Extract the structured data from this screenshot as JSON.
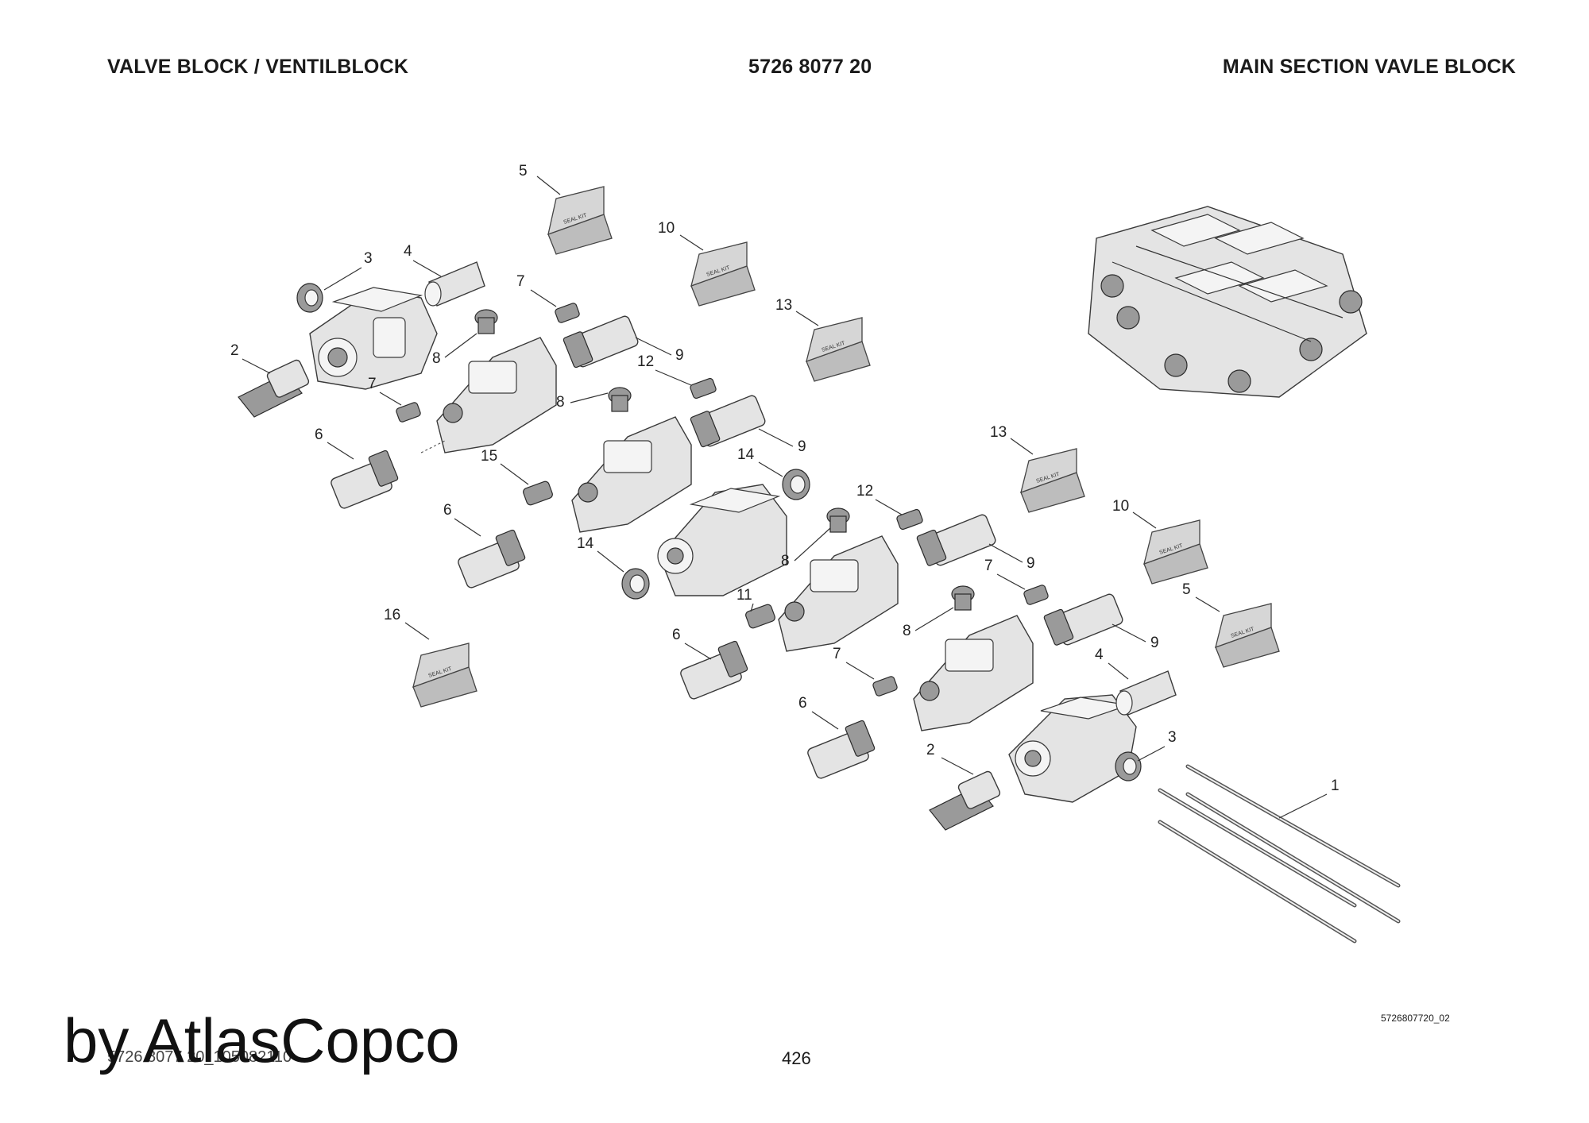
{
  "header": {
    "left": "VALVE BLOCK / VENTILBLOCK",
    "center": "5726 8077 20",
    "right": "MAIN SECTION VAVLE BLOCK"
  },
  "footer": {
    "drawing_number": "5726807720_02",
    "code": "5726 8077 20_105082110",
    "page": "426"
  },
  "watermark": "by AtlasCopco",
  "seal_kit_label": "SEAL KIT",
  "callouts": [
    "1",
    "2",
    "3",
    "4",
    "5",
    "6",
    "7",
    "8",
    "9",
    "10",
    "11",
    "12",
    "13",
    "14",
    "15",
    "16"
  ]
}
